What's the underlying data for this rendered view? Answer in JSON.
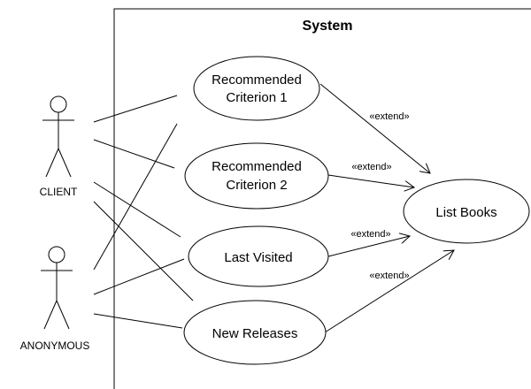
{
  "system": {
    "title": "System"
  },
  "actors": {
    "client": {
      "name": "CLIENT"
    },
    "anonymous": {
      "name": "ANONYMOUS"
    }
  },
  "use_cases": {
    "recommended_criterion_1": {
      "line1": "Recommended",
      "line2": "Criterion 1"
    },
    "recommended_criterion_2": {
      "line1": "Recommended",
      "line2": "Criterion 2"
    },
    "last_visited": {
      "label": "Last Visited"
    },
    "new_releases": {
      "label": "New Releases"
    },
    "list_books": {
      "label": "List Books"
    }
  },
  "relations": {
    "extend_label": "«extend»"
  }
}
